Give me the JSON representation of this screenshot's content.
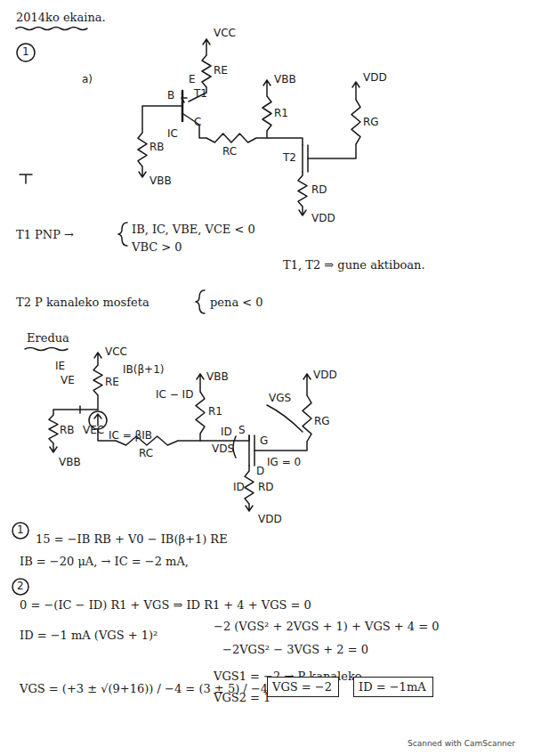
{
  "diagram": {
    "title": "2014ko ekaina.",
    "nodes": [
      {
        "text": [
          "VGS = −2"
        ]
      },
      {
        "text": [
          "ID = −1mA"
        ]
      }
    ],
    "labels": [
      "1",
      "a)",
      "VCC",
      "RE",
      "E",
      "B",
      "T1",
      "C",
      "IC",
      "RB",
      "VBB",
      "RC",
      "VBB",
      "R1",
      "VDD",
      "RG",
      "T2",
      "RD",
      "VDD",
      "T1 PNP →",
      "IB, IC, VBE, VCE < 0",
      "VBC > 0",
      "T1, T2 ⇒ gune aktiboan.",
      "T2 P kanaleko mosfeta",
      "pena < 0",
      "Eredua",
      "VCC",
      "IE",
      "VE",
      "RE",
      "IB(β+1)",
      "IC − ID",
      "VBB",
      "R1",
      "VDD",
      "VGS",
      "RG",
      "RB",
      "VEC",
      "IC = βIB",
      "VBB",
      "RC",
      "IG = 0",
      "ID",
      "S",
      "G",
      "D",
      "VDS",
      "ID",
      "RD",
      "VDD",
      "1",
      "15 = −IB RB + V0 − IB(β+1) RE",
      "IB = −20 μA, → IC = −2 mA,",
      "2",
      "0 = −(IC − ID) R1 + VGS ⇒ ID R1 + 4 + VGS = 0",
      "ID = −1 mA (VGS + 1)²",
      "−2 (VGS² + 2VGS + 1) + VGS + 4 = 0",
      "−2VGS² − 3VGS + 2 = 0",
      "VGS = (+3 ± √(9+16)) / −4 = (3 ± 5) / −4",
      "VGS1 = −2 → P kanaleko",
      "VGS2 = 1",
      "Scanned with CamScanner"
    ]
  }
}
